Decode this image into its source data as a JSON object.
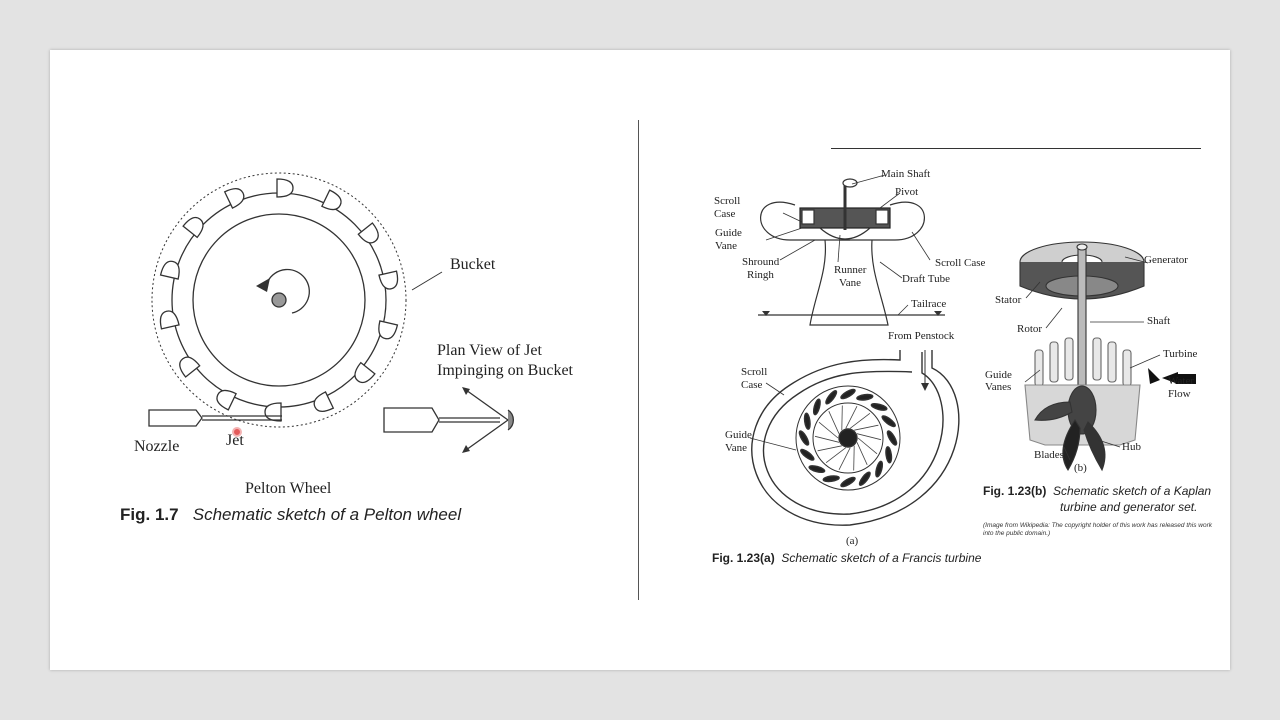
{
  "pelton": {
    "labels": {
      "bucket": "Bucket",
      "plan_view_line1": "Plan View of Jet",
      "plan_view_line2": "Impinging on Bucket",
      "nozzle": "Nozzle",
      "jet": "Jet",
      "wheel_title": "Pelton Wheel"
    },
    "caption": {
      "number": "Fig. 1.7",
      "text": "Schematic sketch of a Pelton wheel"
    }
  },
  "francis": {
    "labels": {
      "main_shaft": "Main Shaft",
      "pivot": "Pivot",
      "scroll_case_left_1": "Scroll",
      "scroll_case_left_2": "Case",
      "guide_vane_1": "Guide",
      "guide_vane_2": "Vane",
      "shroud_ring_1": "Shround",
      "shroud_ring_2": "Ringh",
      "runner_vane_1": "Runner",
      "runner_vane_2": "Vane",
      "draft_tube": "Draft Tube",
      "scroll_case_right": "Scroll Case",
      "tailrace": "Tailrace",
      "from_penstock": "From Penstock",
      "plan_scroll_1": "Scroll",
      "plan_scroll_2": "Case",
      "plan_guide_1": "Guide",
      "plan_guide_2": "Vane",
      "sub": "(a)"
    },
    "caption": {
      "number": "Fig. 1.23(a)",
      "text": "Schematic sketch of a Francis turbine"
    }
  },
  "kaplan": {
    "labels": {
      "generator": "Generator",
      "stator": "Stator",
      "rotor": "Rotor",
      "shaft": "Shaft",
      "turbine": "Turbine",
      "guide_vanes_1": "Guide",
      "guide_vanes_2": "Vanes",
      "water_flow_1": "Water",
      "water_flow_2": "Flow",
      "hub": "Hub",
      "blades": "Blades",
      "sub": "(b)"
    },
    "caption": {
      "number": "Fig. 1.23(b)",
      "text_line1": "Schematic sketch of a Kaplan",
      "text_line2": "turbine and generator set."
    },
    "note_line1": "(Image from Wikipedia: The copyright holder of this work has released this work",
    "note_line2": "into the public domain.)"
  }
}
